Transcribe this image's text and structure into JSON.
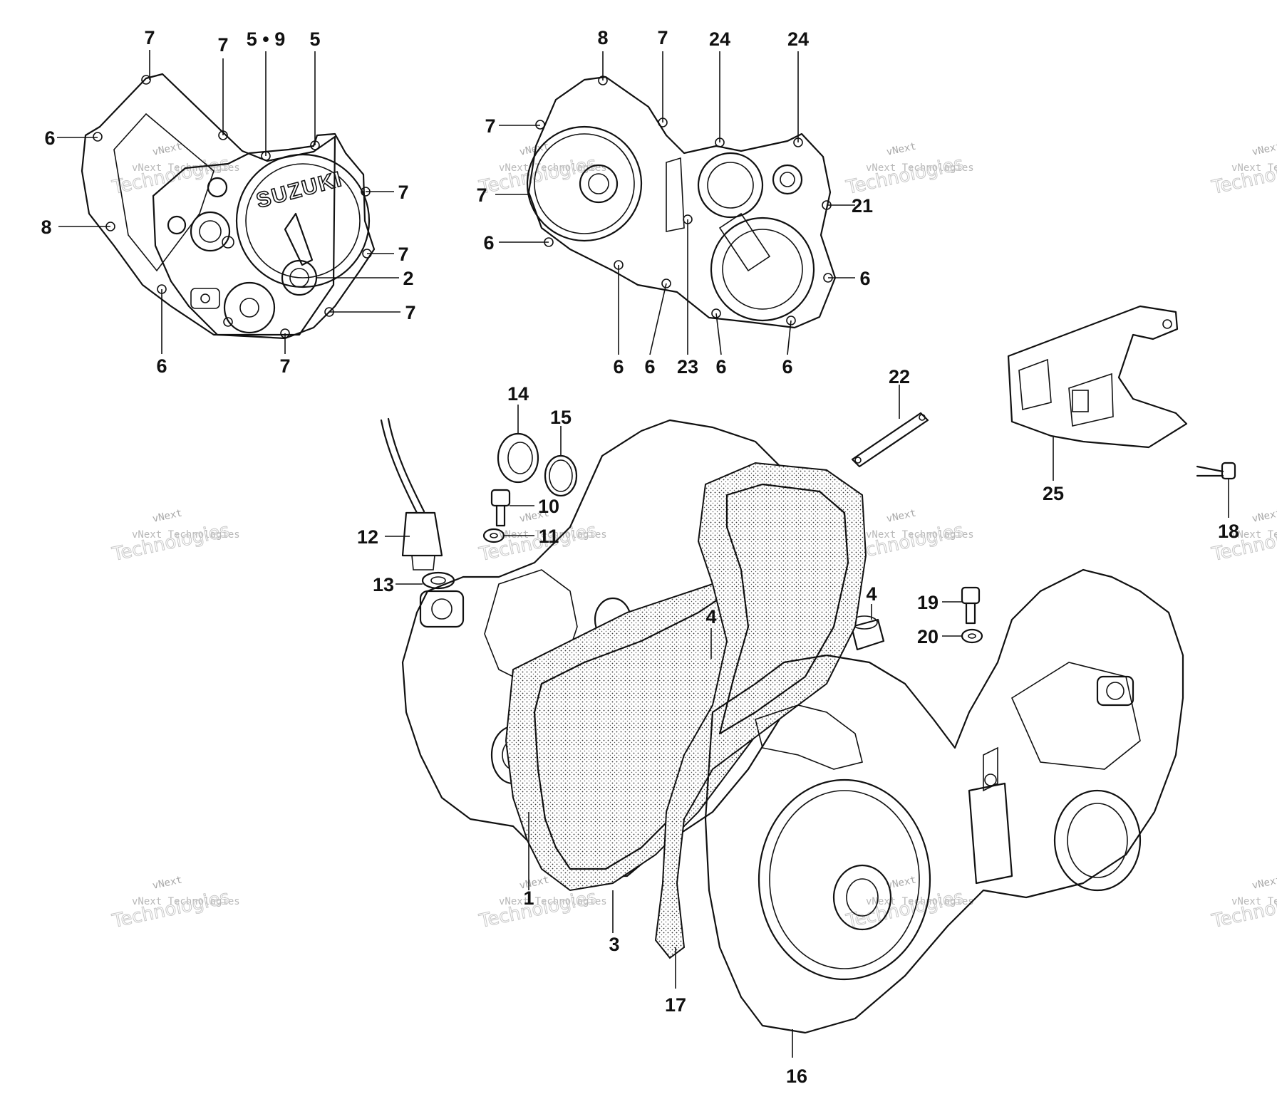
{
  "diagram": {
    "logo_text": "SUZUKI",
    "watermark": {
      "line1": "vNext Technologies",
      "line2": "Technologies",
      "overlay": "vNext"
    },
    "callouts": [
      {
        "id": "c1",
        "label": "7"
      },
      {
        "id": "c2",
        "label": "7"
      },
      {
        "id": "c3",
        "label": "5 • 9"
      },
      {
        "id": "c4",
        "label": "5"
      },
      {
        "id": "c5",
        "label": "6"
      },
      {
        "id": "c6",
        "label": "7"
      },
      {
        "id": "c7",
        "label": "8"
      },
      {
        "id": "c8",
        "label": "7"
      },
      {
        "id": "c9",
        "label": "2"
      },
      {
        "id": "c10",
        "label": "7"
      },
      {
        "id": "c11",
        "label": "6"
      },
      {
        "id": "c12",
        "label": "7"
      },
      {
        "id": "c13",
        "label": "8"
      },
      {
        "id": "c14",
        "label": "7"
      },
      {
        "id": "c15",
        "label": "24"
      },
      {
        "id": "c16",
        "label": "24"
      },
      {
        "id": "c17",
        "label": "7"
      },
      {
        "id": "c18",
        "label": "21"
      },
      {
        "id": "c19",
        "label": "7"
      },
      {
        "id": "c20",
        "label": "6"
      },
      {
        "id": "c21",
        "label": "6"
      },
      {
        "id": "c22",
        "label": "6"
      },
      {
        "id": "c23",
        "label": "6"
      },
      {
        "id": "c24",
        "label": "23"
      },
      {
        "id": "c25",
        "label": "6"
      },
      {
        "id": "c26",
        "label": "6"
      },
      {
        "id": "c27",
        "label": "22"
      },
      {
        "id": "c28",
        "label": "14"
      },
      {
        "id": "c29",
        "label": "15"
      },
      {
        "id": "c30",
        "label": "10"
      },
      {
        "id": "c31",
        "label": "12"
      },
      {
        "id": "c32",
        "label": "11"
      },
      {
        "id": "c33",
        "label": "13"
      },
      {
        "id": "c34",
        "label": "25"
      },
      {
        "id": "c35",
        "label": "18"
      },
      {
        "id": "c36",
        "label": "4"
      },
      {
        "id": "c37",
        "label": "4"
      },
      {
        "id": "c38",
        "label": "19"
      },
      {
        "id": "c39",
        "label": "20"
      },
      {
        "id": "c40",
        "label": "1"
      },
      {
        "id": "c41",
        "label": "3"
      },
      {
        "id": "c42",
        "label": "17"
      },
      {
        "id": "c43",
        "label": "16"
      }
    ]
  }
}
